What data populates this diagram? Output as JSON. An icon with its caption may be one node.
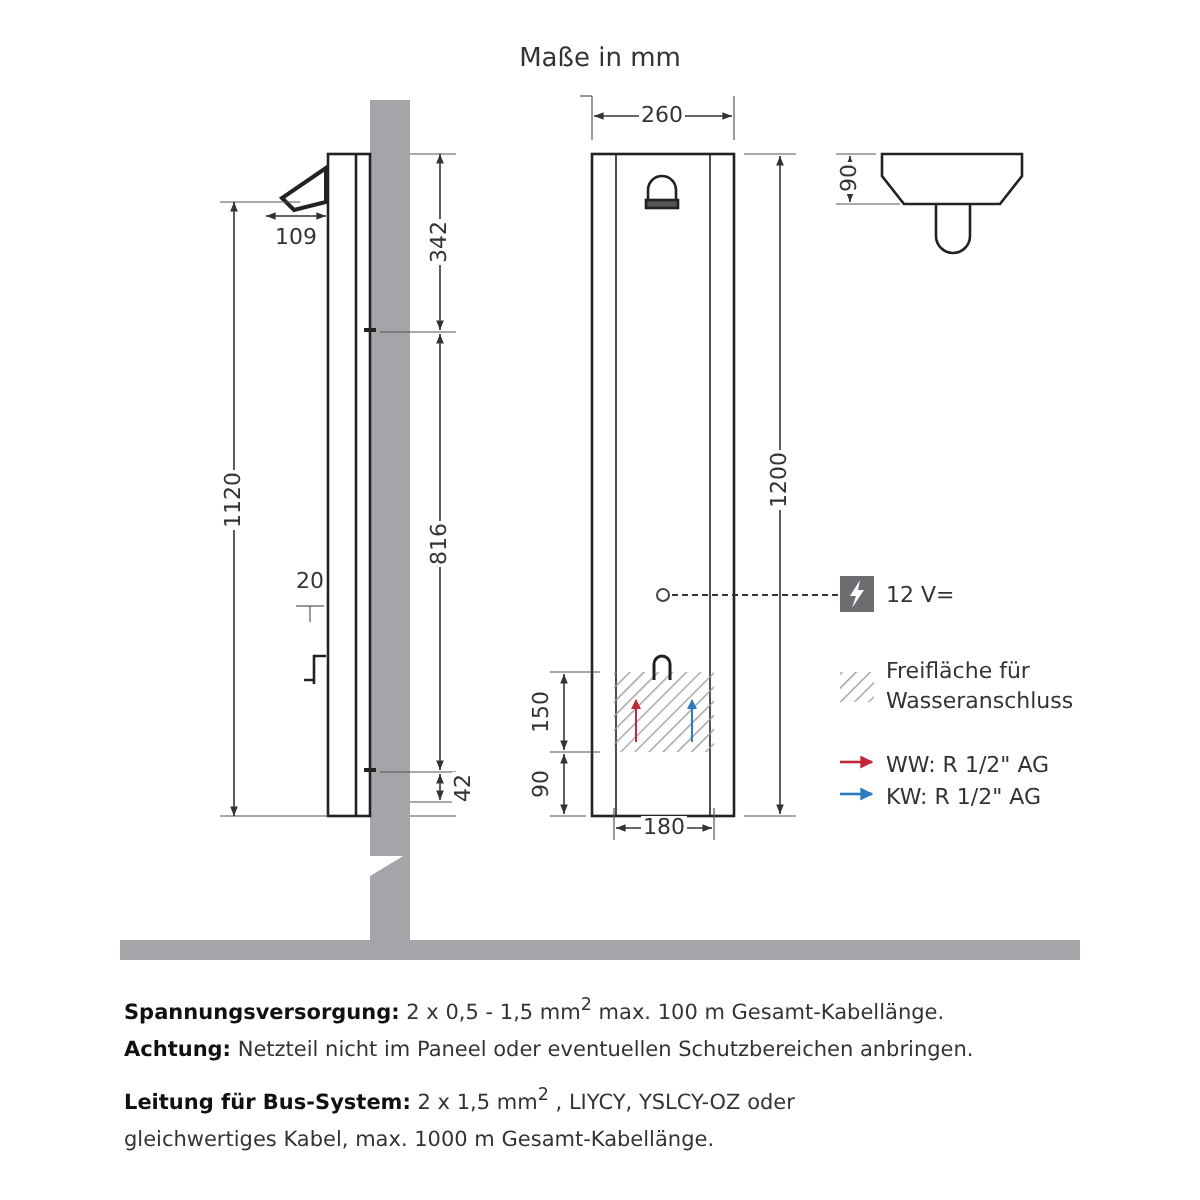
{
  "diagram": {
    "title": "Maße in mm",
    "nodes": [
      {
        "text": [
          "12 V="
        ]
      },
      {
        "text": [],
        "shape": "circle"
      }
    ],
    "edges": [
      {
        "from": 0,
        "to": 1,
        "arrow": "none",
        "style": "dashed"
      }
    ],
    "labels": [
      "260",
      "90",
      "109",
      "342",
      "1120",
      "816",
      "1200",
      "20",
      "150",
      "90",
      "42",
      "180",
      "**Spannungsversorgung:** 2 x 0,5 - 1,5 mm$^{2}$  max. 100 m Gesamt-Kabellänge.",
      "**Achtung:** Netzteil nicht im Paneel oder eventuellen Schutzbereichen anbringen.",
      "**Leitung für Bus-System:** 2 x 1,5 mm$^{2}$ , LIYCY, YSLCY-OZ oder gleichwertiges Kabel, max. 1000 m Gesamt-Kabellänge."
    ],
    "legend": [
      {
        "text": "Freifläche für Wasseranschluss"
      },
      {
        "text": "WW: R 1/2\" AG"
      },
      {
        "text": "KW: R 1/2\" AG"
      }
    ]
  }
}
